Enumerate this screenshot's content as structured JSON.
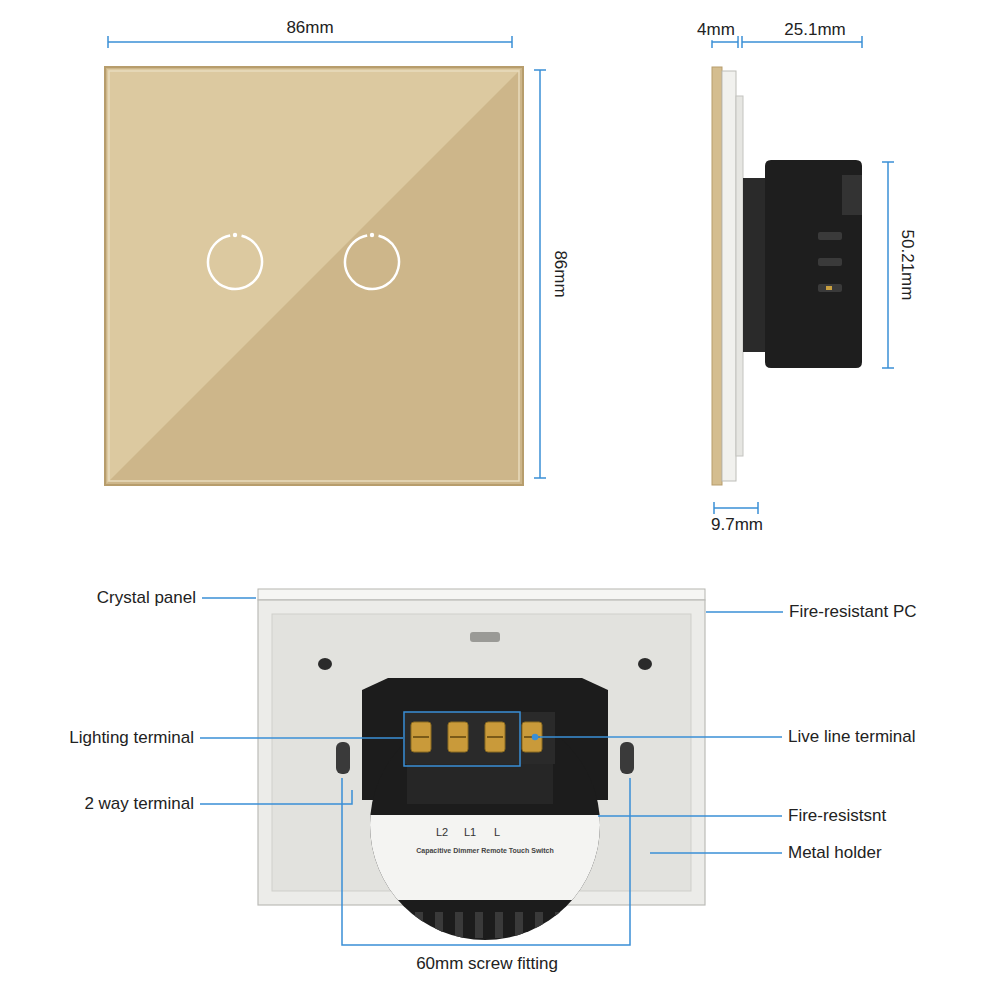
{
  "diagram": {
    "labels": [
      "86mm",
      "86mm",
      "4mm",
      "25.1mm",
      "50.21mm",
      "9.7mm",
      "Crystal panel",
      "Fire-resistant PC",
      "Lighting terminal",
      "Live line terminal",
      "2 way terminal",
      "Fire-resistsnt",
      "Metal holder",
      "60mm screw fitting",
      "L2",
      "L1",
      "L",
      "Capacitive Dimmer Remote Touch Switch"
    ]
  }
}
